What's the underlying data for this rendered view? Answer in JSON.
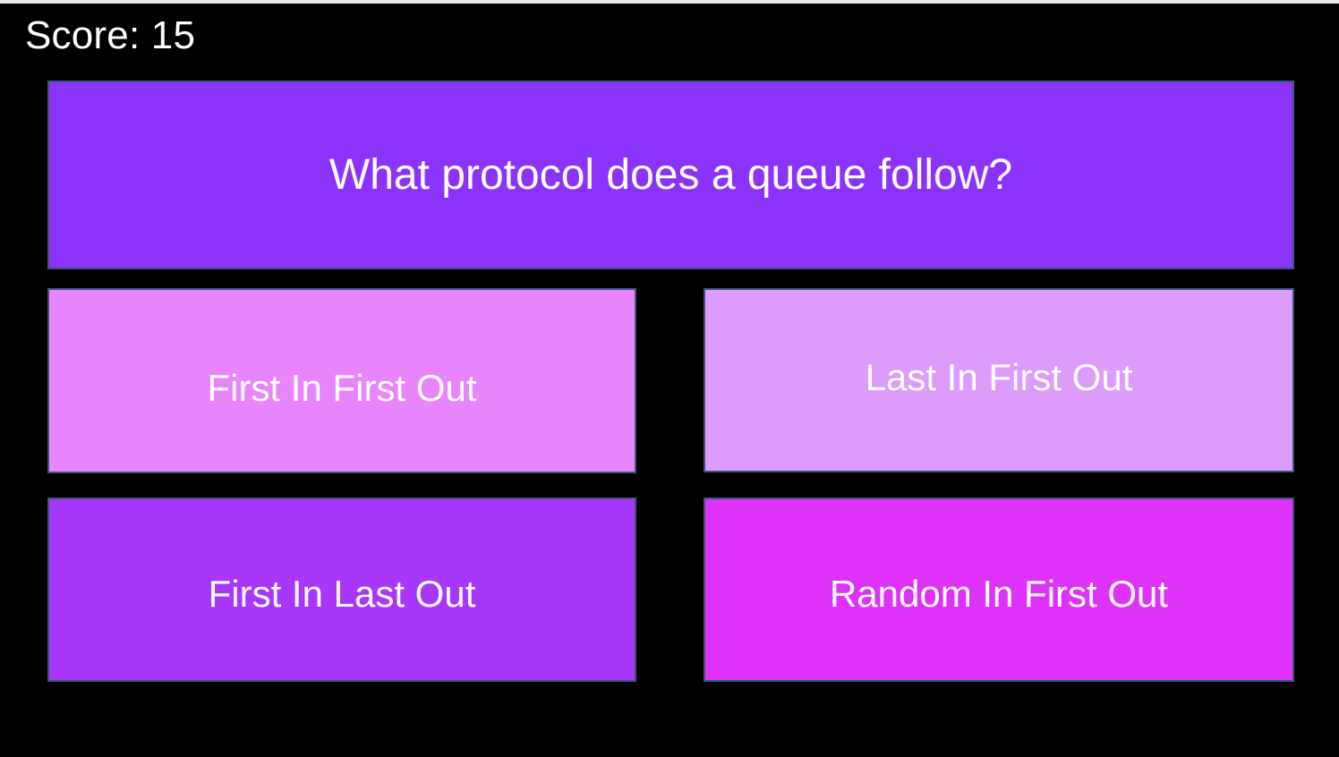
{
  "app": {
    "background_color": "#000000",
    "top_strip_color": "#e8e8e8",
    "tile_border_color": "#3b5580",
    "text_color": "#ffffff"
  },
  "score": {
    "label": "Score: 15",
    "value": 15,
    "prefix": "Score:"
  },
  "question": {
    "text": "What protocol does a queue follow?",
    "background_color": "#8b33fb"
  },
  "answers": [
    {
      "label": "First In First Out",
      "background_color": "#e985fc",
      "position": "top-left"
    },
    {
      "label": "Last In First Out",
      "background_color": "#dd9bfb",
      "position": "top-right"
    },
    {
      "label": "First In Last Out",
      "background_color": "#a836fb",
      "position": "bottom-left"
    },
    {
      "label": "Random In First Out",
      "background_color": "#de32fb",
      "position": "bottom-right"
    }
  ]
}
